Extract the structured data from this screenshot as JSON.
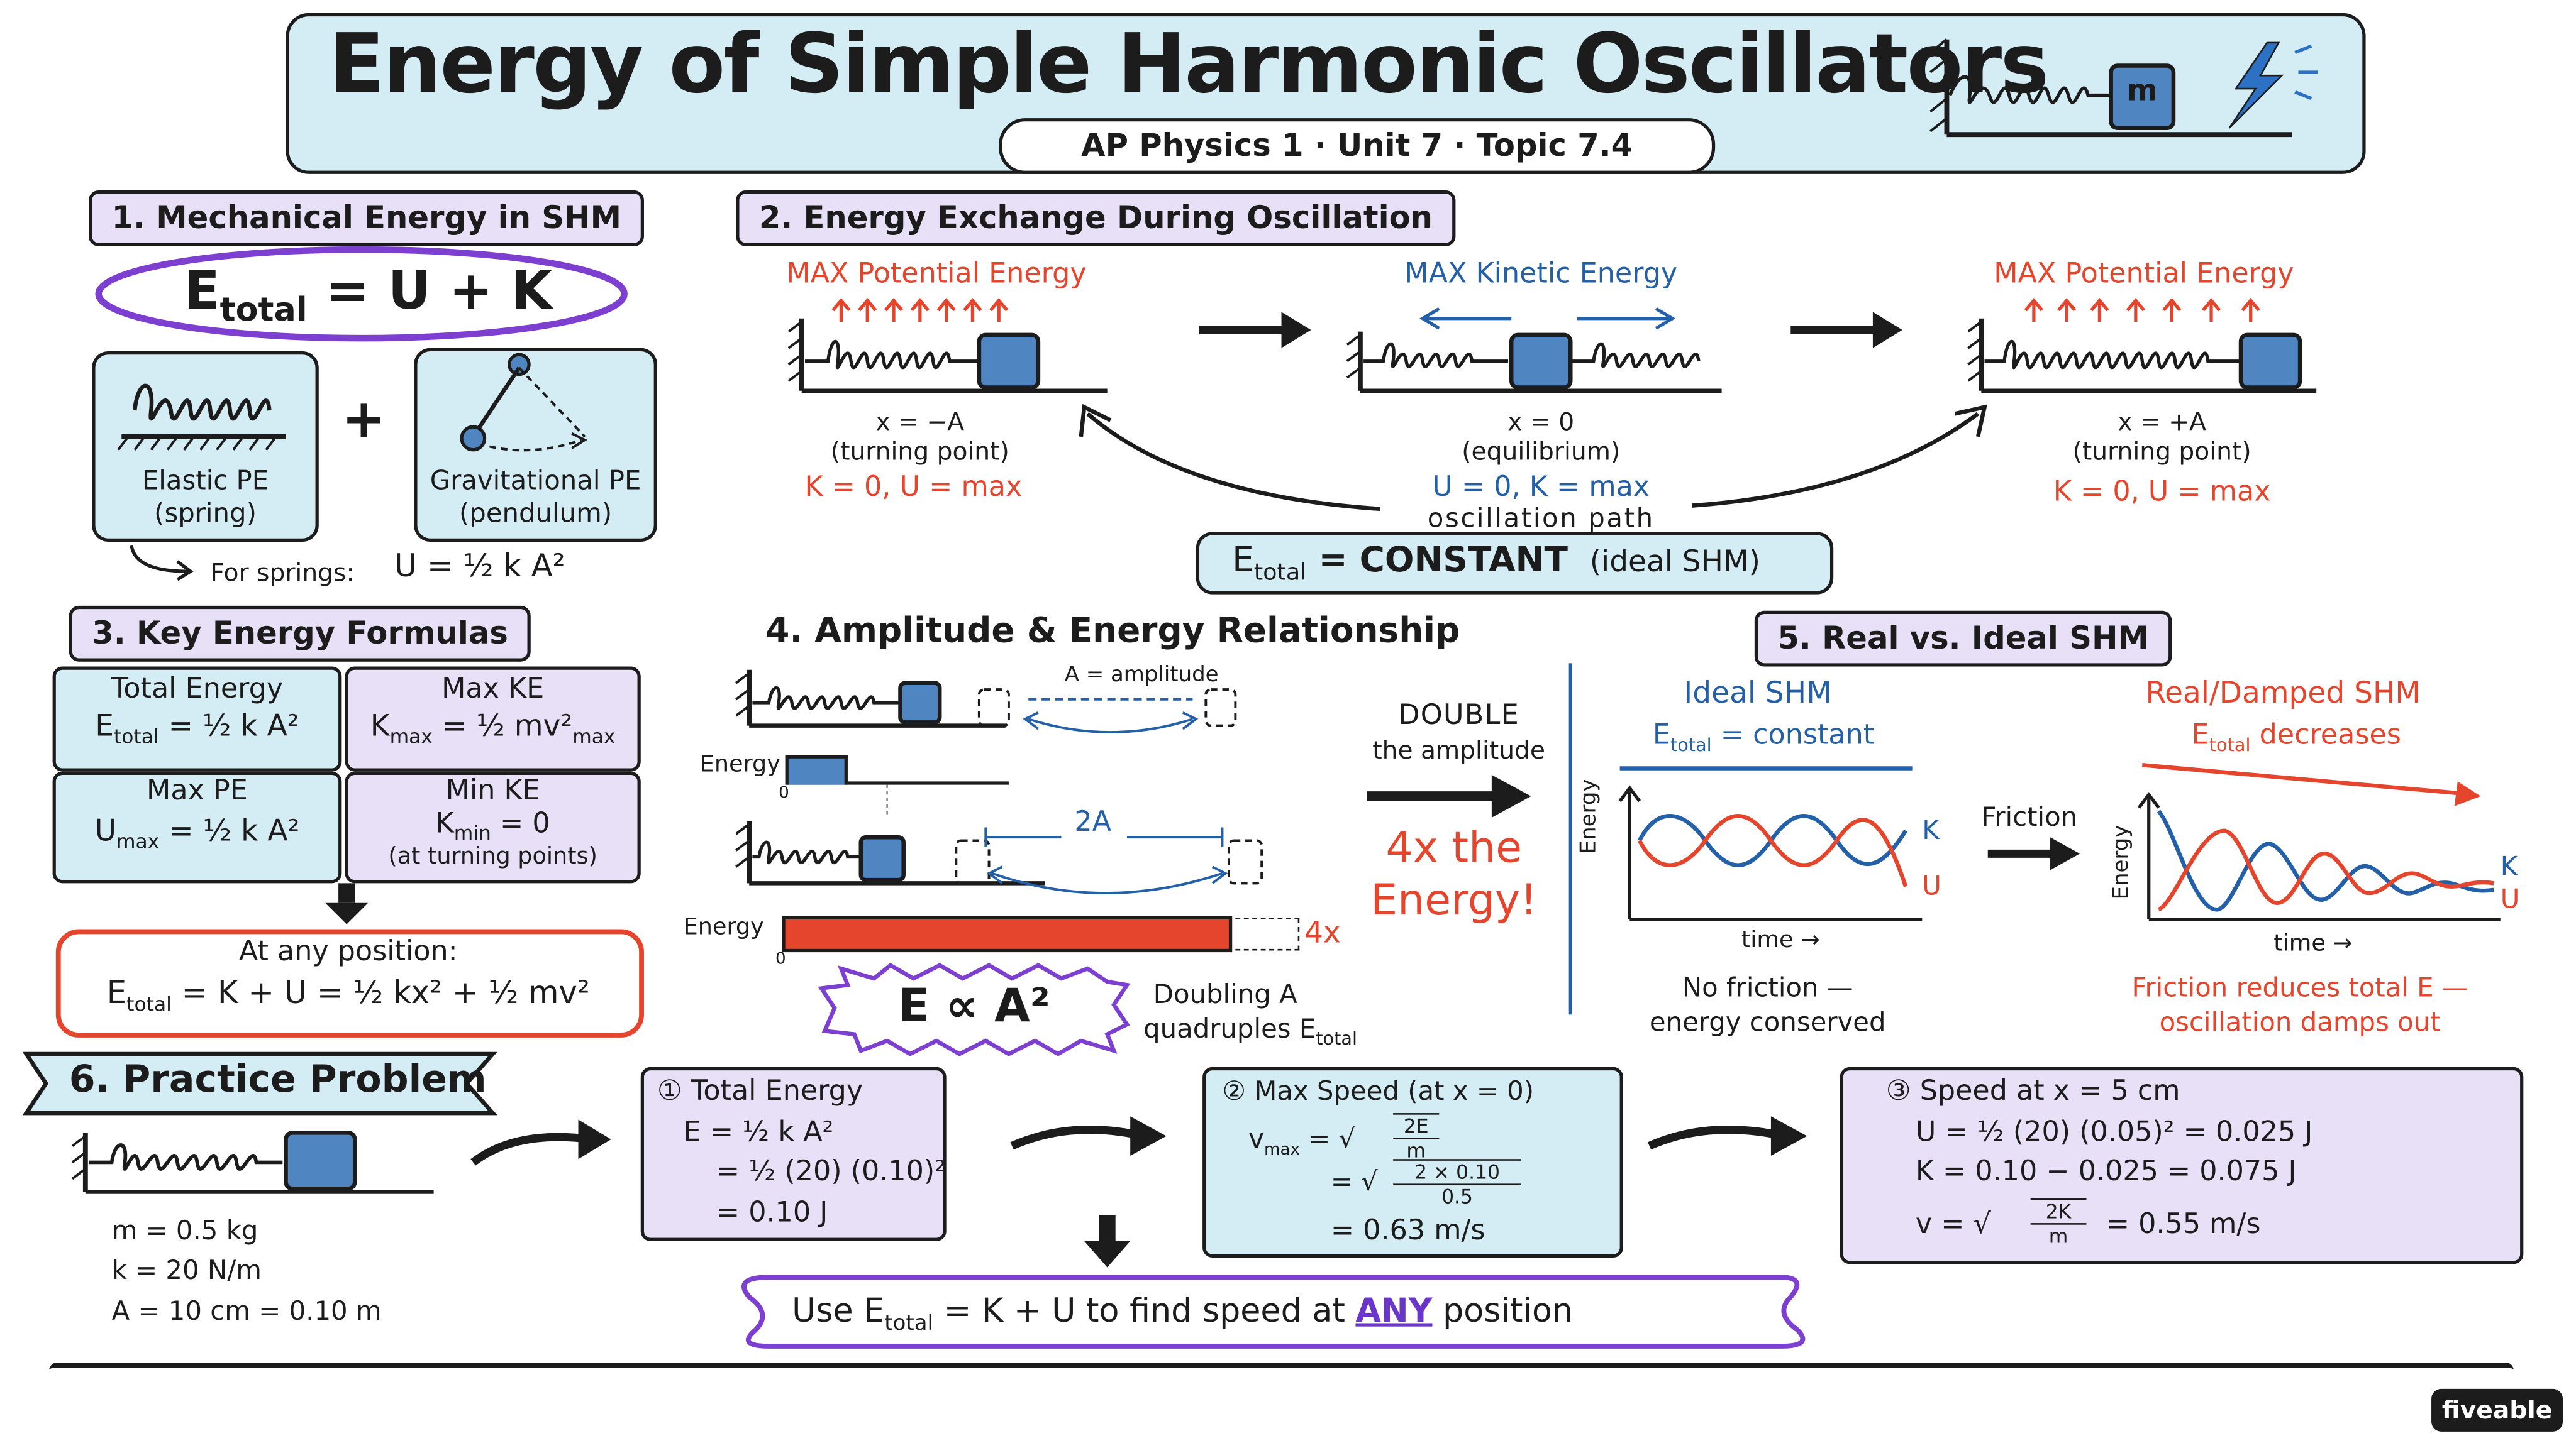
{
  "header": {
    "title": "Energy of Simple Harmonic Oscillators",
    "subtitle": "AP Physics 1 · Unit 7 · Topic 7.4",
    "mass_label": "m"
  },
  "s1": {
    "heading": "1. Mechanical Energy in SHM",
    "eq_E": "E",
    "eq_sub": "total",
    "eq_rest": "= U + K",
    "elastic_label": "Elastic PE",
    "elastic_sub": "(spring)",
    "grav_label": "Gravitational PE",
    "grav_sub": "(pendulum)",
    "plus": "+",
    "springs_note": "For springs:",
    "springs_eq": "U = ½ k A²"
  },
  "s2": {
    "heading": "2. Energy Exchange During Oscillation",
    "left": {
      "title": "MAX Potential Energy",
      "pos": "x = −A",
      "note": "(turning point)",
      "energies": "K = 0,   U = max"
    },
    "mid": {
      "title": "MAX Kinetic Energy",
      "pos": "x = 0",
      "note": "(equilibrium)",
      "energies": "U = 0,   K = max"
    },
    "right": {
      "title": "MAX Potential Energy",
      "pos": "x = +A",
      "note": "(turning point)",
      "energies": "K = 0,   U = max"
    },
    "path_label": "oscillation path",
    "constant_E": "E",
    "constant_sub": "total",
    "constant_rest": " =  CONSTANT",
    "constant_note": "(ideal SHM)"
  },
  "s3": {
    "heading": "3. Key Energy Formulas",
    "total_title": "Total Energy",
    "total_eq_a": "E",
    "total_eq_sub": "total",
    "total_eq_b": " = ½ k A²",
    "maxke_title": "Max KE",
    "maxke_eq_a": "K",
    "maxke_eq_sub": "max",
    "maxke_eq_b": " = ½ mv²",
    "maxke_eq_sub2": "max",
    "maxpe_title": "Max PE",
    "maxpe_eq_a": "U",
    "maxpe_eq_sub": "max",
    "maxpe_eq_b": " = ½ k A²",
    "minke_title": "Min KE",
    "minke_eq_a": "K",
    "minke_eq_sub": "min",
    "minke_eq_b": " = 0",
    "minke_note": "(at turning points)",
    "any_title": "At any position:",
    "any_eq_a": "E",
    "any_eq_sub": "total",
    "any_eq_b": " = K + U = ½ kx² + ½ mv²"
  },
  "s4": {
    "heading": "4. Amplitude & Energy Relationship",
    "amp_label": "A = amplitude",
    "energy_label": "Energy",
    "zero": "0",
    "two_a": "2A",
    "four_x": "4x",
    "double1": "DOUBLE",
    "double2": "the amplitude",
    "four1": "4x the",
    "four2": "Energy!",
    "prop": "E ∝ A²",
    "doubling1": "Doubling A",
    "doubling2": "quadruples E",
    "doubling_sub": "total",
    "energy_frac_small": 0.25,
    "energy_frac_large": 1.0
  },
  "s5": {
    "heading": "5. Real vs. Ideal SHM",
    "ideal_title": "Ideal SHM",
    "ideal_E": "E",
    "ideal_sub": "total",
    "ideal_rest": " = constant",
    "energy_axis": "Energy",
    "time_axis": "time →",
    "k": "K",
    "u": "U",
    "ideal_note1": "No friction —",
    "ideal_note2": "energy conserved",
    "friction": "Friction",
    "real_title": "Real/Damped SHM",
    "real_E": "E",
    "real_sub": "total",
    "real_rest": " decreases",
    "real_note1": "Friction reduces total E —",
    "real_note2": "oscillation damps out"
  },
  "s6": {
    "heading": "6. Practice Problem",
    "m": "m = 0.5 kg",
    "k": "k = 20 N/m",
    "a": "A = 10 cm = 0.10 m",
    "b1_title": "① Total Energy",
    "b1_l1": "E = ½ k A²",
    "b1_l2": "= ½ (20) (0.10)²",
    "b1_l3": "= 0.10 J",
    "b2_title": "② Max Speed (at x = 0)",
    "b2_l1a": "v",
    "b2_l1sub": "max",
    "b2_l1b": "= √",
    "b2_frac1_num": "2E",
    "b2_frac1_den": "m",
    "b2_l2": "= √",
    "b2_frac2_num": "2 × 0.10",
    "b2_frac2_den": "0.5",
    "b2_l3": "= 0.63 m/s",
    "b3_title": "③ Speed at x = 5 cm",
    "b3_l1": "U = ½ (20) (0.05)²  = 0.025 J",
    "b3_l2": "K = 0.10 − 0.025  = 0.075 J",
    "b3_l3a": "v =  √",
    "b3_frac_num": "2K",
    "b3_frac_den": "m",
    "b3_l3b": "= 0.55 m/s",
    "summary_a": "Use  E",
    "summary_sub": "total",
    "summary_b": " = K + U  to find speed at ",
    "summary_any": "ANY",
    "summary_c": " position"
  },
  "brand": "fiveable",
  "colors": {
    "blue_fill": "#d4ecf3",
    "purple_fill": "#e8e0f6",
    "block": "#4f86c2",
    "red": "#e5452c",
    "blue_text": "#2460a7",
    "purple": "#6a35c9"
  }
}
